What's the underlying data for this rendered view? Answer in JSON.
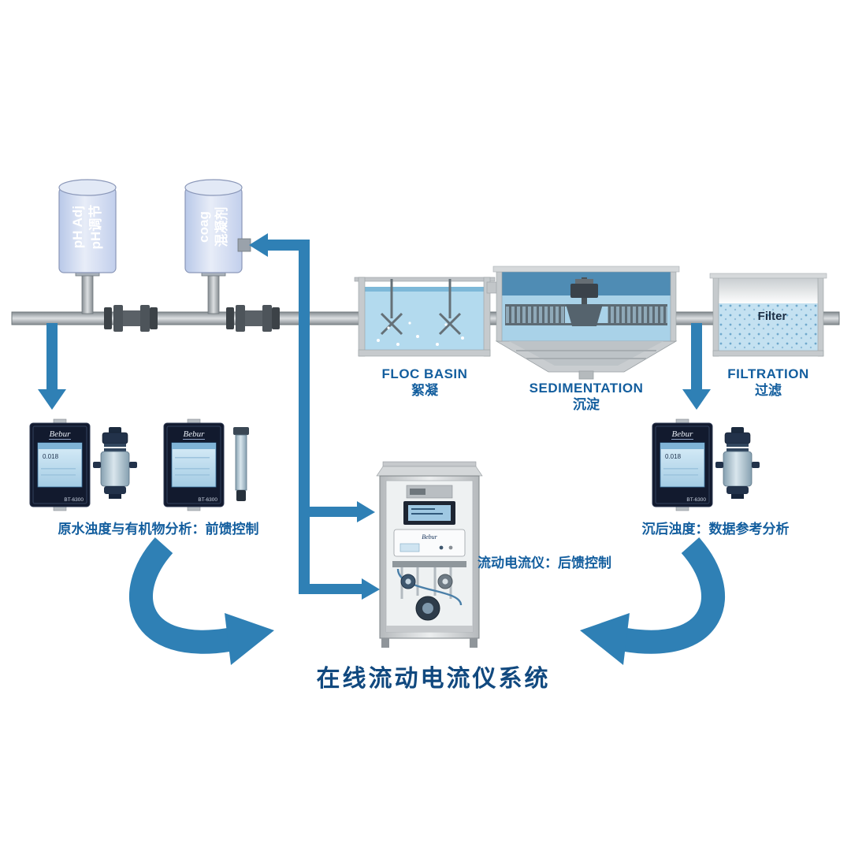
{
  "title": "在线流动电流仪系统",
  "tanks": {
    "ph": {
      "en": "pH Adj",
      "zh": "pH调节"
    },
    "coag": {
      "en": "coag",
      "zh": "混凝剂"
    }
  },
  "stages": {
    "floc": {
      "en": "FLOC BASIN",
      "zh": "絮凝"
    },
    "sed": {
      "en": "SEDIMENTATION",
      "zh": "沉淀"
    },
    "filt": {
      "en": "FILTRATION",
      "zh": "过滤"
    }
  },
  "filter_label": "Filter",
  "annotations": {
    "left": "原水浊度与有机物分析：前馈控制",
    "center": "流动电流仪：后馈控制",
    "right": "沉后浊度：数据参考分析"
  },
  "device": {
    "brand": "Bebur",
    "reading": "0.018",
    "model": "BT-6300"
  },
  "colors": {
    "arrow": "#2F80B5",
    "label": "#135E9E",
    "title": "#11497F",
    "water_light": "#AFD8EC",
    "water_dark": "#4F8CB4",
    "pipe": "#9AA0A6",
    "controller": "#121A2E"
  }
}
